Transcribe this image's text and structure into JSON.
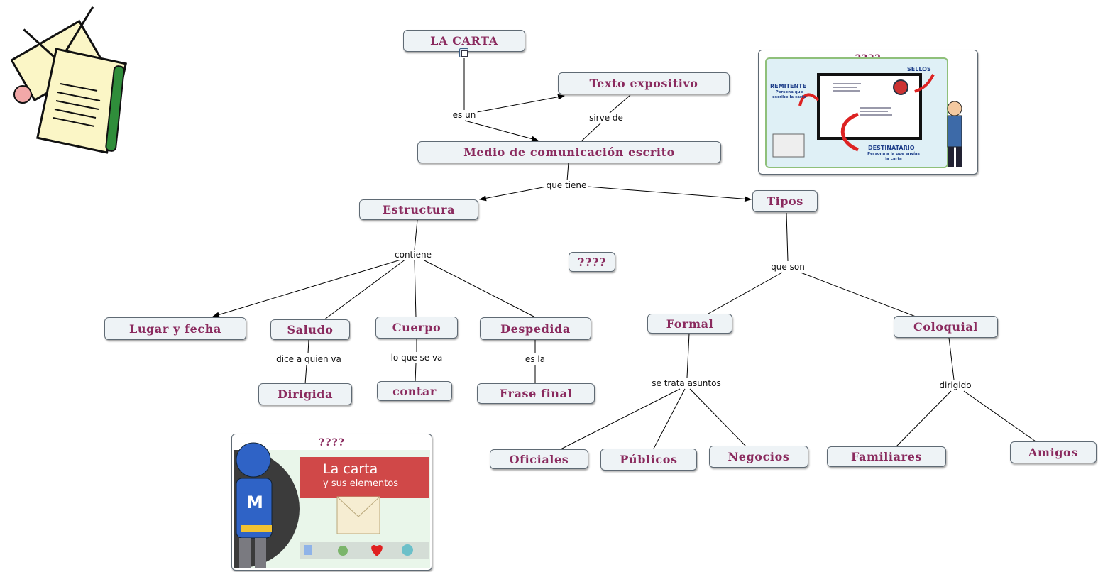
{
  "nodes": {
    "la_carta": "LA CARTA",
    "texto_expositivo": "Texto expositivo",
    "medio": "Medio de comunicación escrito",
    "estructura": "Estructura",
    "tipos": "Tipos",
    "q_center": "????",
    "lugar_fecha": "Lugar y fecha",
    "saludo": "Saludo",
    "cuerpo": "Cuerpo",
    "despedida": "Despedida",
    "dirigida": "Dirigida",
    "contar": "contar",
    "frase_final": "Frase final",
    "formal": "Formal",
    "coloquial": "Coloquial",
    "oficiales": "Oficiales",
    "publicos": "Públicos",
    "negocios": "Negocios",
    "familiares": "Familiares",
    "amigos": "Amigos"
  },
  "links": {
    "es_un": "es un",
    "sirve_de": "sirve de",
    "que_tiene": "que tiene",
    "contiene": "contiene",
    "que_son": "que son",
    "dice_a_quien_va": "dice a quien va",
    "lo_que_se_va": "lo que se va",
    "es_la": "es la",
    "se_trata_asuntos": "se trata asuntos",
    "dirigido": "dirigido"
  },
  "envelope_card": {
    "title": "????",
    "remitente": "REMITENTE",
    "remitente_sub": "Persona que escribe la carta",
    "sellos": "SELLOS",
    "destinatario": "DESTINATARIO",
    "destinatario_sub": "Persona a la que envías la carta"
  },
  "video_card": {
    "title": "????",
    "headline": "La carta",
    "subheadline": "y sus elementos",
    "mascot_letter": "M"
  },
  "colors": {
    "node_text": "#8a2a5e",
    "node_bg": "#eef3f6",
    "video_banner": "#d04848"
  }
}
